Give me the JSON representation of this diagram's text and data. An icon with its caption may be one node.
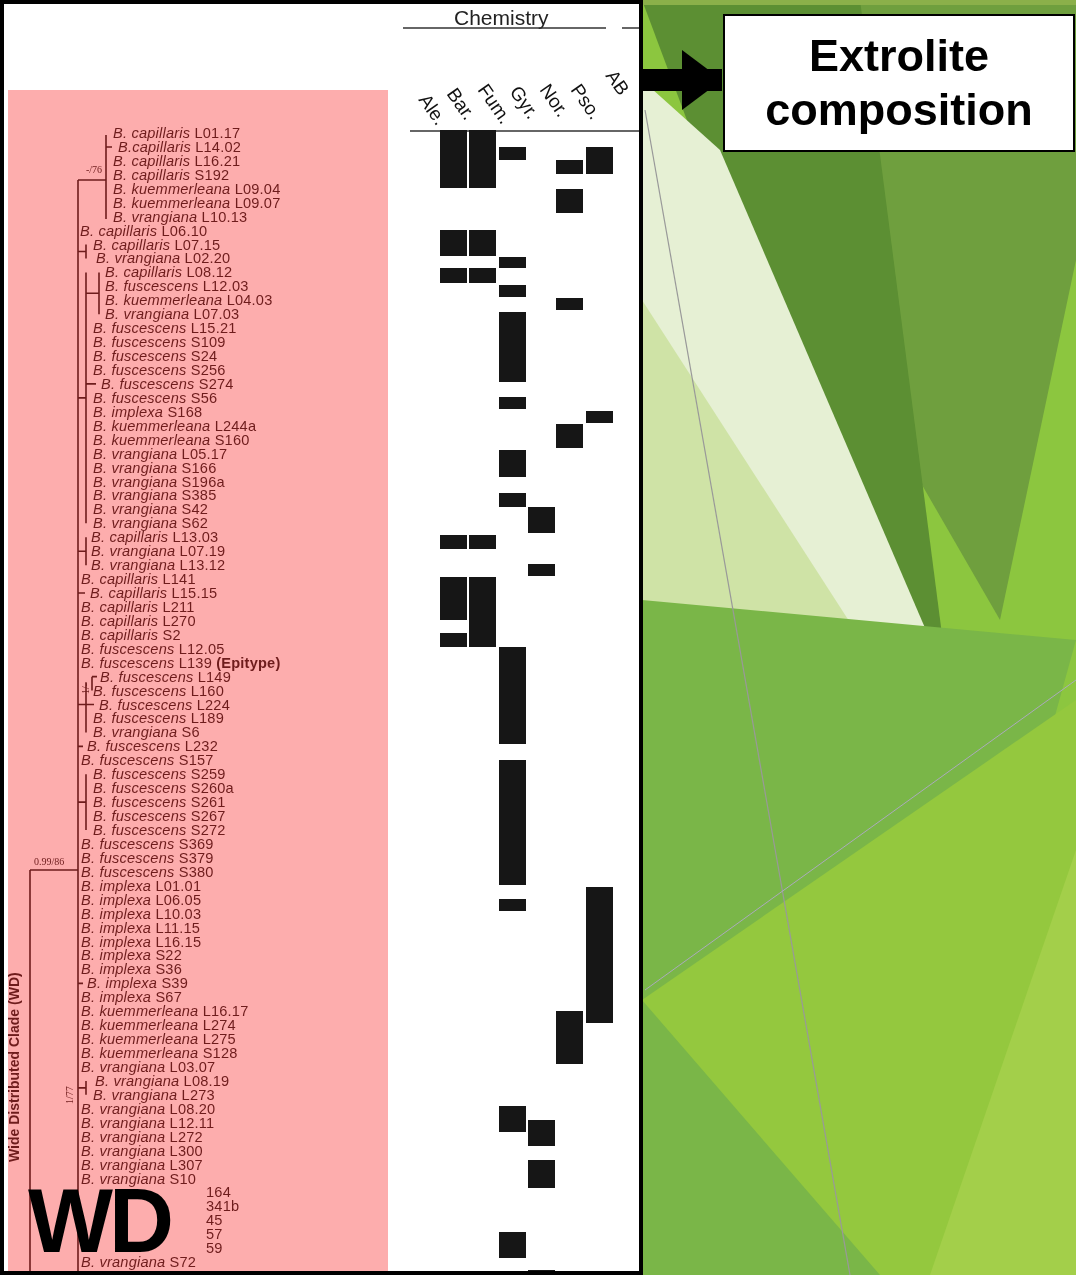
{
  "diagram": {
    "nodes": [
      {
        "text": [
          "Chemistry"
        ]
      },
      {
        "text": [
          "Extrolite composition"
        ]
      }
    ],
    "edges": [
      {
        "from": 0,
        "to": 1,
        "arrow": "to"
      }
    ],
    "labels": [
      "Ale.",
      "Bar.",
      "Fum.",
      "Gyr.",
      "Nor.",
      "Pso.",
      "AB",
      "-/76",
      "1/-",
      "0.99/86",
      "1/77",
      "*B. capillaris* L01.17",
      "*B.capillaris* L14.02",
      "*B. capillaris* L16.21",
      "*B. capillaris* S192",
      "*B. kuemmerleana* L09.04",
      "*B. kuemmerleana* L09.07",
      "*B. vrangiana* L10.13",
      "*B. capillaris* L06.10",
      "*B. capillaris* L07.15",
      "*B. vrangiana* L02.20",
      "*B. capillaris* L08.12",
      "*B. fuscescens* L12.03",
      "*B. kuemmerleana* L04.03",
      "*B. vrangiana* L07.03",
      "*B. fuscescens* L15.21",
      "*B. fuscescens* S109",
      "*B. fuscescens* S24",
      "*B. fuscescens* S256",
      "*B. fuscescens* S274",
      "*B. fuscescens* S56",
      "*B. implexa* S168",
      "*B. kuemmerleana* L244a",
      "*B. kuemmerleana* S160",
      "*B. vrangiana* L05.17",
      "*B. vrangiana* S166",
      "*B. vrangiana* S196a",
      "*B. vrangiana* S385",
      "*B. vrangiana* S42",
      "*B. vrangiana* S62",
      "*B. capillaris* L13.03",
      "*B. vrangiana* L07.19",
      "*B. vrangiana* L13.12",
      "*B. capillaris* L141",
      "*B. capillaris* L15.15",
      "*B. capillaris* L211",
      "*B. capillaris* L270",
      "*B. capillaris* S2",
      "*B. fuscescens* L12.05",
      "*B. fuscescens* L139 **(Epitype)**",
      "*B. fuscescens* L149",
      "*B. fuscescens* L160",
      "*B. fuscescens* L224",
      "*B. fuscescens* L189",
      "*B. vrangiana* S6",
      "*B. fuscescens* L232",
      "*B. fuscescens* S157",
      "*B. fuscescens* S259",
      "*B. fuscescens* S260a",
      "*B. fuscescens* S261",
      "*B. fuscescens* S267",
      "*B. fuscescens* S272",
      "*B. fuscescens* S369",
      "*B. fuscescens* S379",
      "*B. fuscescens* S380",
      "*B. implexa* L01.01",
      "*B. implexa* L06.05",
      "*B. implexa* L10.03",
      "*B. implexa* L11.15",
      "*B. implexa* L16.15",
      "*B. implexa* S22",
      "*B. implexa* S36",
      "*B. implexa* S39",
      "*B. implexa* S67",
      "*B. kuemmerleana* L16.17",
      "*B. kuemmerleana* L274",
      "*B. kuemmerleana* L275",
      "*B. kuemmerleana* S128",
      "*B. vrangiana* L03.07",
      "*B. vrangiana* L08.19",
      "*B. vrangiana* L273",
      "*B. vrangiana* L08.20",
      "*B. vrangiana* L12.11",
      "*B. vrangiana* L272",
      "*B. vrangiana* L300",
      "*B. vrangiana* L307",
      "*B. vrangiana* S10",
      "164",
      "341b",
      "45",
      "57",
      "59",
      "*B. vrangiana* S72",
      "Wide Distributed Clade (WD)",
      "WD"
    ]
  }
}
